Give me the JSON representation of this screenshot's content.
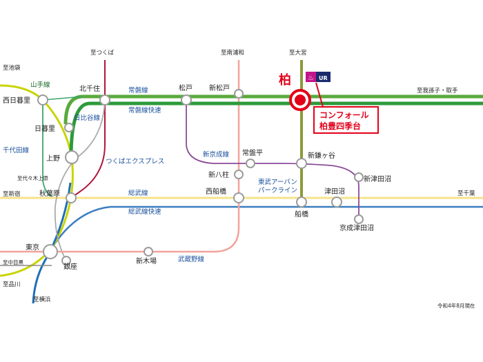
{
  "stations": {
    "nishinippori": "西日暮里",
    "nippori": "日暮里",
    "ueno": "上野",
    "akihabara": "秋葉原",
    "tokyo": "東京",
    "ginza": "銀座",
    "kitasenju": "北千住",
    "matsudo": "松戸",
    "shinmatsudo": "新松戸",
    "kashiwa": "柏",
    "tokiwadaira": "常盤平",
    "shinyahashira": "新八柱",
    "nishifunabashi": "西船橋",
    "funabashi": "船橋",
    "shinkamagaya": "新鎌ヶ谷",
    "tsudanuma": "津田沼",
    "shintsudanuma": "新津田沼",
    "keiseitsudanuma": "京成津田沼",
    "shinkiba": "新木場"
  },
  "destinations": {
    "ikebukuro": "至池袋",
    "tsukuba": "至つくば",
    "minamiurawa": "至南浦和",
    "omiya": "至大宮",
    "abiko": "至我孫子・取手",
    "yoyogiuehara": "至代々木上原",
    "shinjuku": "至新宿",
    "chiba": "至千葉",
    "nakameguro": "至中目黒",
    "shinagawa": "至品川",
    "yokohama": "至横浜"
  },
  "lines": {
    "yamanote": "山手線",
    "joban": "常磐線",
    "joban_rapid": "常磐線快速",
    "hibiya": "日比谷線",
    "chiyoda": "千代田線",
    "tsukuba_express": "つくばエクスプレス",
    "shinkeisei": "新京成線",
    "tobu_urban_park": "東武アーバン パークライン",
    "tobu_line1": "東武アーバン",
    "tobu_line2": "パークライン",
    "sobu": "総武線",
    "sobu_rapid": "総武線快速",
    "musashino": "武蔵野線"
  },
  "property": {
    "name_line1": "コンフォール",
    "name_line2": "柏豊四季台",
    "logo_text": "UR"
  },
  "note": "令和4年8月現在",
  "colors": {
    "joban_green": "#2d9a3a",
    "joban_rapid_green": "#5aaa3c",
    "yamanote": "#c8d400",
    "keihin_blue": "#1f6fb8",
    "sobu_yellow": "#f7e38a",
    "tsukuba_red": "#b0163a",
    "musashino_pink": "#f2a39c",
    "shinkeisei_purple": "#8a4a98",
    "tobu_olive": "#8a9a38",
    "chiyoda_green": "#3aa66a",
    "sobu_rapid_blue": "#3a7ec0",
    "kashiwa_red": "#e2001a",
    "station_gray": "#9a9a9a"
  }
}
